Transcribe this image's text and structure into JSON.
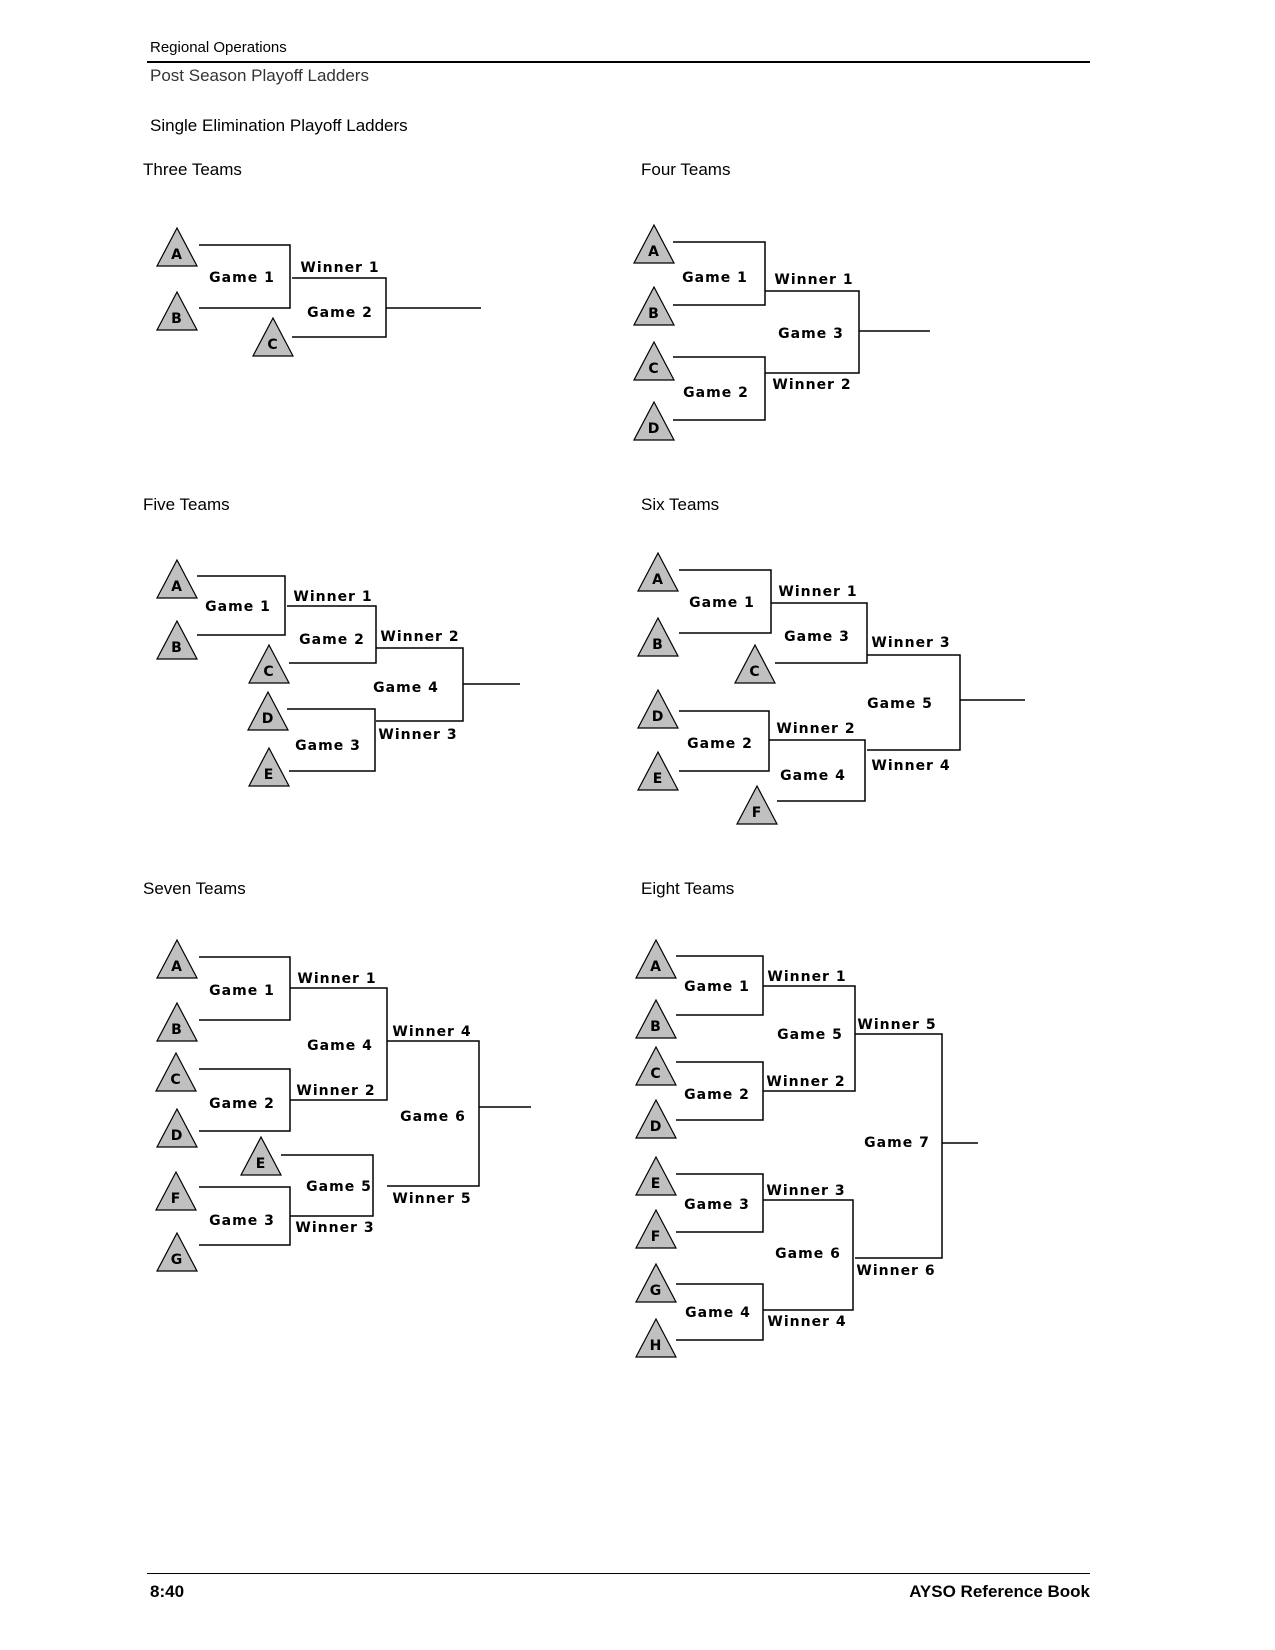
{
  "header": {
    "section": "Regional Operations",
    "subtitle": "Post Season Playoff Ladders"
  },
  "title": "Single Elimination Playoff Ladders",
  "diagrams": [
    {
      "title": "Three Teams",
      "teams": [
        "A",
        "B",
        "C"
      ],
      "labels": [
        "Game 1",
        "Winner 1",
        "Game 2"
      ]
    },
    {
      "title": "Four Teams",
      "teams": [
        "A",
        "B",
        "C",
        "D"
      ],
      "labels": [
        "Game 1",
        "Game 2",
        "Winner 1",
        "Game 3",
        "Winner 2"
      ]
    },
    {
      "title": "Five Teams",
      "teams": [
        "A",
        "B",
        "C",
        "D",
        "E"
      ],
      "labels": [
        "Game 1",
        "Winner 1",
        "Game 2",
        "Winner 2",
        "Game 4",
        "Game 3",
        "Winner 3"
      ]
    },
    {
      "title": "Six Teams",
      "teams": [
        "A",
        "B",
        "C",
        "D",
        "E",
        "F"
      ],
      "labels": [
        "Game 1",
        "Winner 1",
        "Game 3",
        "Winner 3",
        "Game 5",
        "Game 2",
        "Winner 2",
        "Game 4",
        "Winner 4"
      ]
    },
    {
      "title": "Seven Teams",
      "teams": [
        "A",
        "B",
        "C",
        "D",
        "E",
        "F",
        "G"
      ],
      "labels": [
        "Game 1",
        "Winner 1",
        "Game 4",
        "Winner 2",
        "Game 2",
        "Winner 4",
        "Game 6",
        "Game 5",
        "Winner 5",
        "Game 3",
        "Winner 3"
      ]
    },
    {
      "title": "Eight Teams",
      "teams": [
        "A",
        "B",
        "C",
        "D",
        "E",
        "F",
        "G",
        "H"
      ],
      "labels": [
        "Game 1",
        "Game 2",
        "Game 3",
        "Game 4",
        "Winner 1",
        "Game 5",
        "Winner 2",
        "Winner 3",
        "Game 6",
        "Winner 4",
        "Winner 5",
        "Game 7",
        "Winner 6"
      ]
    }
  ],
  "footer": {
    "page": "8:40",
    "book": "AYSO Reference Book"
  }
}
